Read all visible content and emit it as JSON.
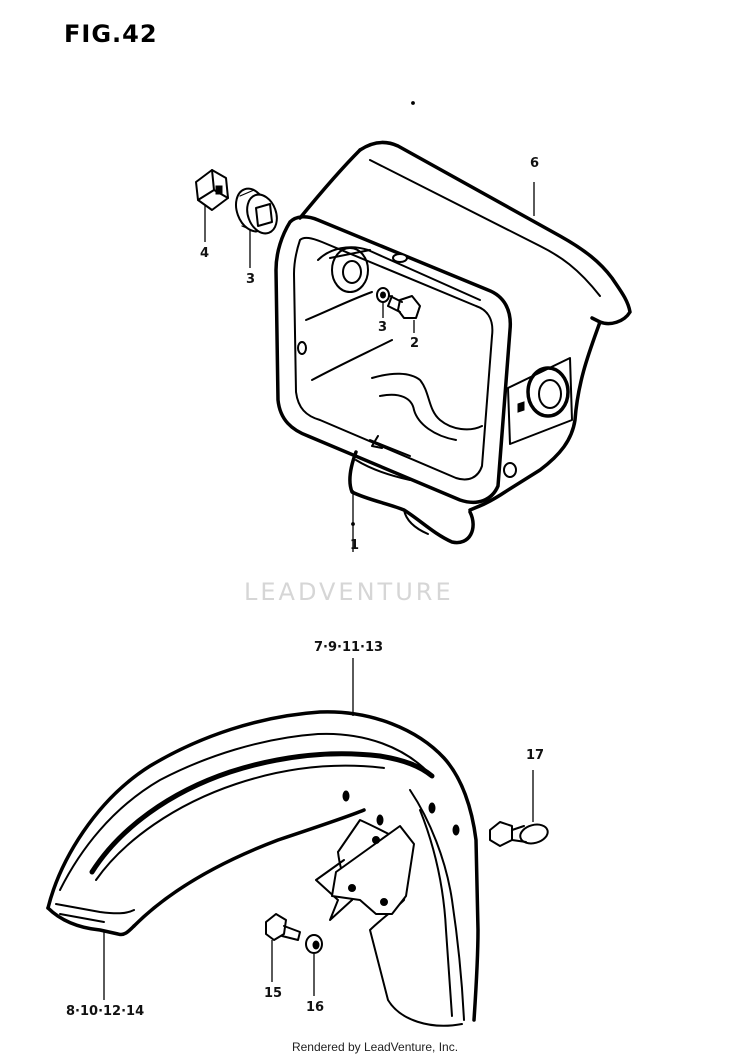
{
  "figure": {
    "title": "FIG.42",
    "watermark": "LEADVENTURE",
    "footer": "Rendered by LeadVenture, Inc."
  },
  "callouts": {
    "c1": "1",
    "c2": "2",
    "c3a": "3",
    "c3b": "3",
    "c4": "4",
    "c6": "6",
    "c_upper_fender": "7·9·11·13",
    "c_lower_fender": "8·10·12·14",
    "c15": "15",
    "c16": "16",
    "c17": "17"
  }
}
